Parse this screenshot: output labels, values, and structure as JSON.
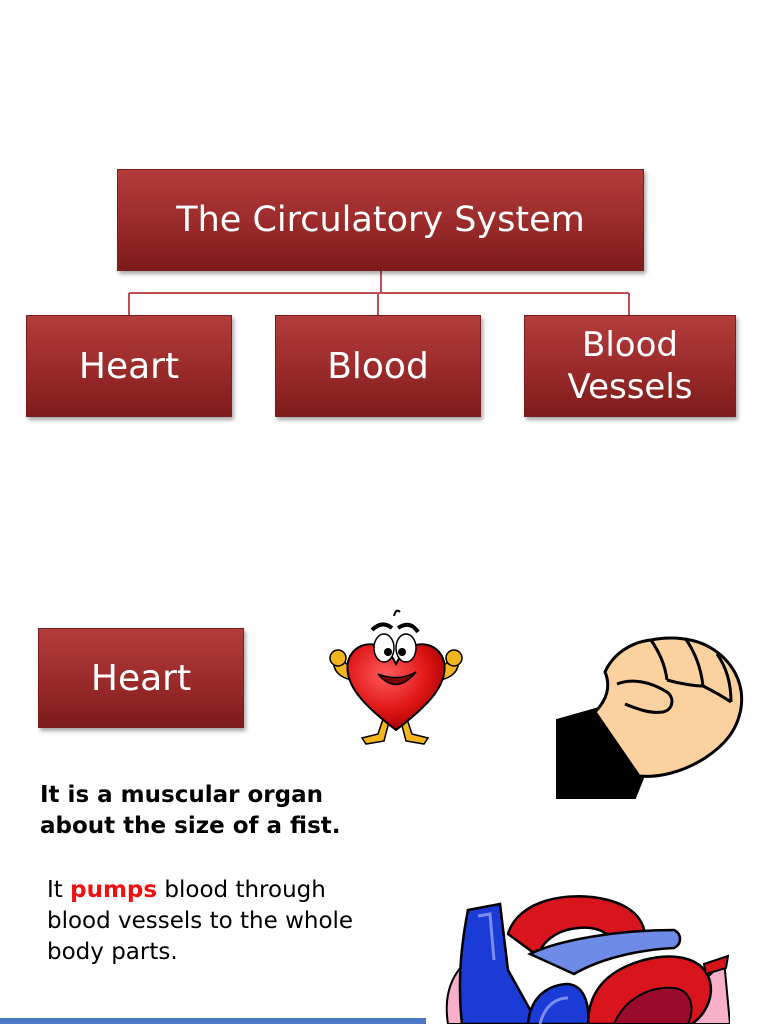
{
  "diagram": {
    "root": "The Circulatory System",
    "children": [
      {
        "line1": "Heart",
        "line2": ""
      },
      {
        "line1": "Blood",
        "line2": ""
      },
      {
        "line1": "Blood",
        "line2": "Vessels"
      }
    ]
  },
  "section": {
    "title": "Heart",
    "fact1_line1": "It is a muscular organ",
    "fact1_line2": "about the size of a fist.",
    "fact2_pre": "It ",
    "fact2_highlight": "pumps",
    "fact2_post": " blood through blood vessels to the whole body parts."
  },
  "colors": {
    "box_fill": "#9a2a2a",
    "box_text": "#ffffff",
    "connector": "#c05050",
    "highlight": "#ee1111",
    "bottom_bar": "#4a78c4"
  },
  "icons": [
    "heart-mascot-icon",
    "fist-icon",
    "anatomical-heart-icon"
  ]
}
